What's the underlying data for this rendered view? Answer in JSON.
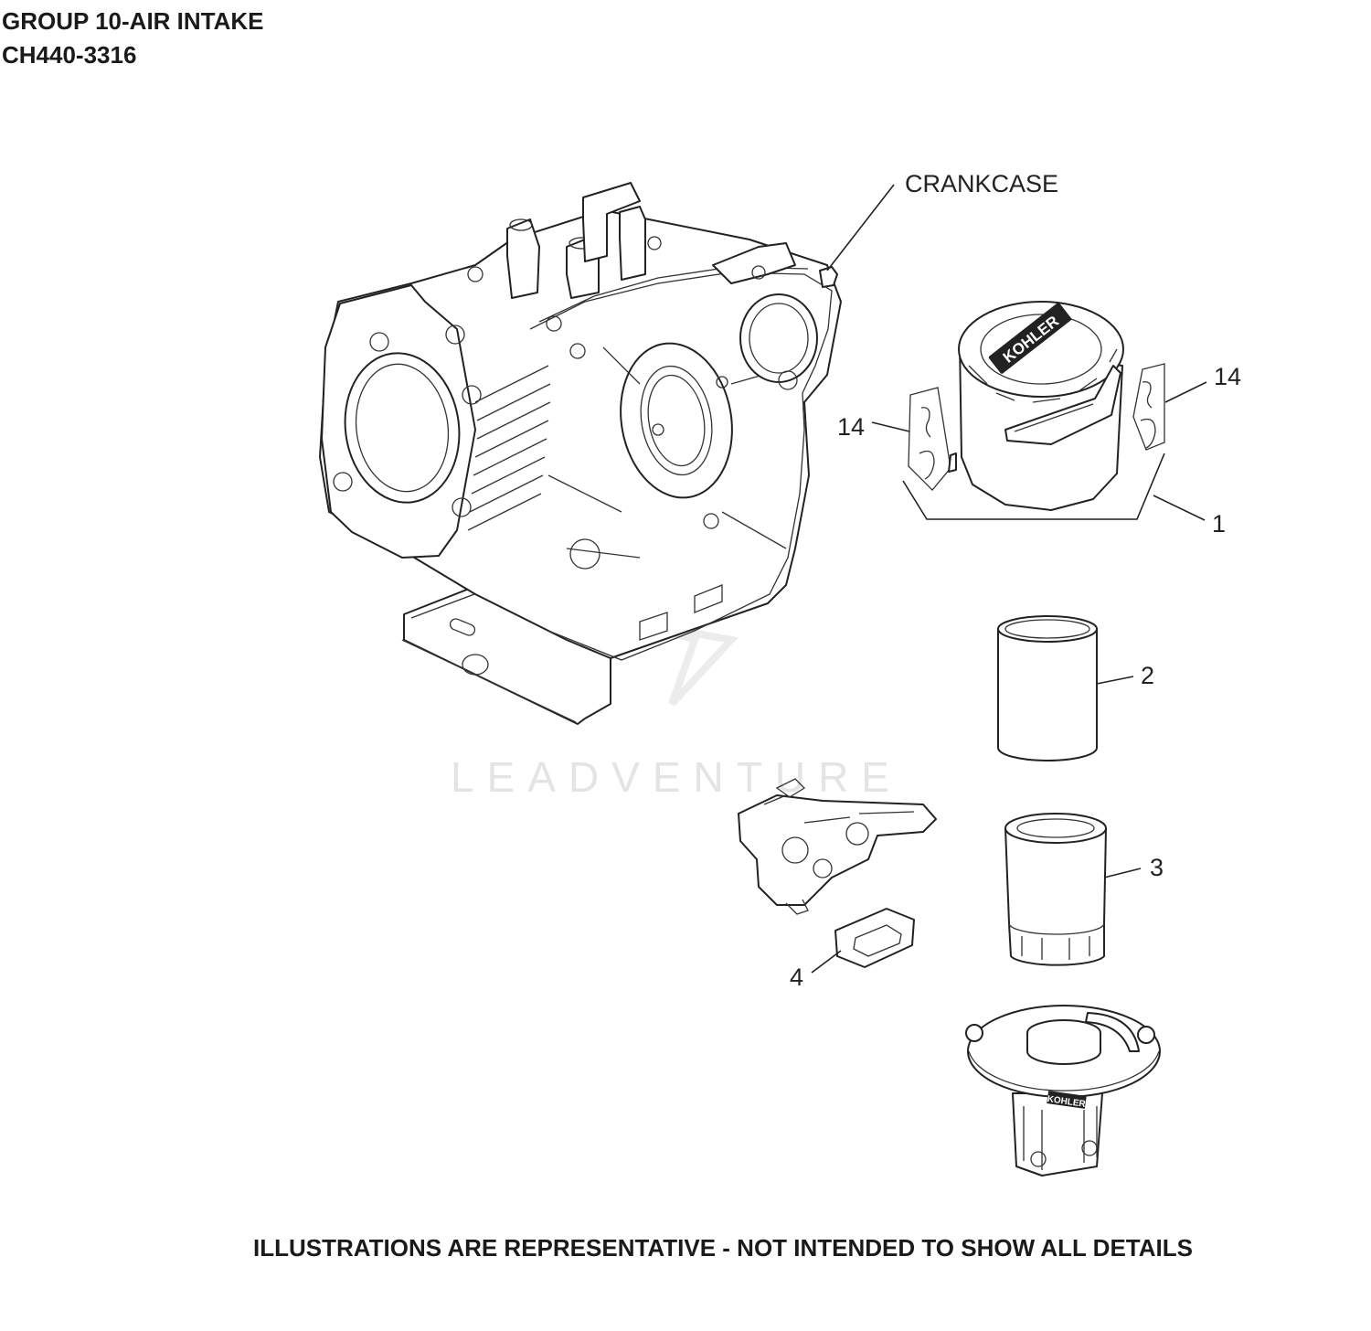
{
  "header": {
    "title_line_1": "GROUP 10-AIR INTAKE",
    "title_line_2": "CH440-3316"
  },
  "footer": {
    "disclaimer": "ILLUSTRATIONS ARE REPRESENTATIVE - NOT INTENDED TO SHOW ALL DETAILS"
  },
  "watermark": {
    "text": "LEADVENTURE"
  },
  "callouts": {
    "crankcase": "CRANKCASE",
    "item_14_right": "14",
    "item_14_left": "14",
    "item_1": "1",
    "item_2": "2",
    "item_3": "3",
    "item_4": "4"
  },
  "logos": {
    "cover_brand": "KOHLER",
    "base_brand": "KOHLER"
  }
}
